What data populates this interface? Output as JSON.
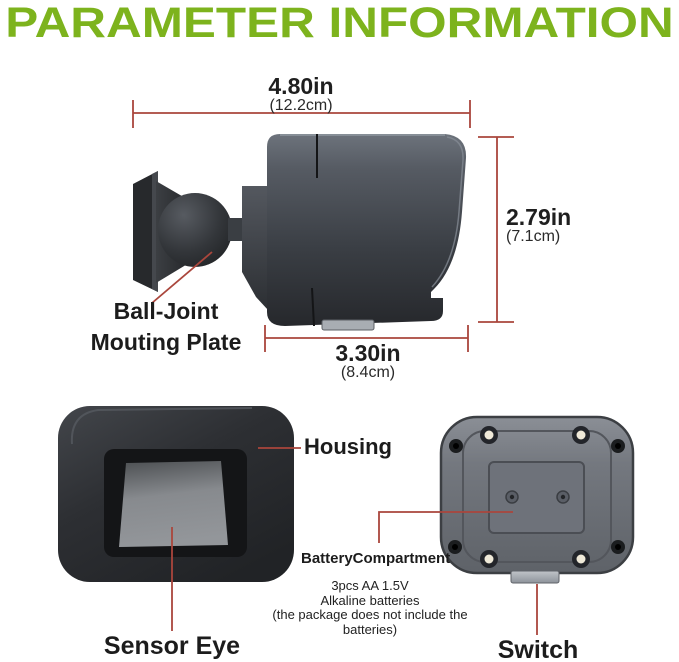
{
  "title": "PARAMETER INFORMATION",
  "colors": {
    "title_green": "#7db31d",
    "annotation_red": "#aa463c",
    "camera_dark": "#2b2d30",
    "camera_body_gray": "#4a4e54",
    "back_body_gray": "#74787f",
    "sensor_gray": "#8d9095"
  },
  "side_view": {
    "dimensions": {
      "width": {
        "inches": "4.80in",
        "metric": "(12.2cm)"
      },
      "height": {
        "inches": "2.79in",
        "metric": "(7.1cm)"
      },
      "depth": {
        "inches": "3.30in",
        "metric": "(8.4cm)"
      }
    },
    "labels": {
      "ball_joint_line1": "Ball-Joint",
      "ball_joint_line2": "Mouting Plate"
    }
  },
  "front_view": {
    "labels": {
      "housing": "Housing",
      "sensor_eye": "Sensor Eye"
    }
  },
  "back_view": {
    "labels": {
      "battery_compartment": "BatteryCompartment",
      "battery_note_line1": "3pcs AA 1.5V",
      "battery_note_line2": "Alkaline batteries",
      "battery_note_line3": "(the package does not include the batteries)",
      "switch": "Switch"
    }
  }
}
